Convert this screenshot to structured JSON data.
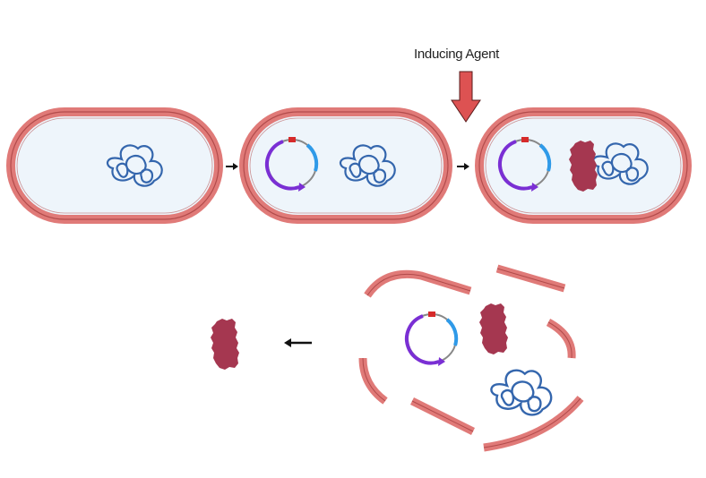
{
  "diagram": {
    "inducer_label": "Inducing Agent",
    "colors": {
      "membrane": "#e07a78",
      "membrane_dark": "#b24b4b",
      "cytoplasm": "#eef5fb",
      "chromosome": "#3466ad",
      "plasmid_promoter": "#d62a2a",
      "plasmid_gene": "#2f9ae8",
      "plasmid_marker": "#7a2fd4",
      "plasmid_backbone": "#888888",
      "protein": "#a53750",
      "inducer_arrow": "#dd5252"
    },
    "stages": [
      {
        "name": "host-cell",
        "has_plasmid": false,
        "has_protein": false
      },
      {
        "name": "transformed-cell",
        "has_plasmid": true,
        "has_protein": false
      },
      {
        "name": "induced-cell",
        "has_plasmid": true,
        "has_protein": true
      },
      {
        "name": "lysed-cell",
        "has_plasmid": true,
        "has_protein": true
      },
      {
        "name": "purified-protein",
        "has_plasmid": false,
        "has_protein": true
      }
    ]
  }
}
